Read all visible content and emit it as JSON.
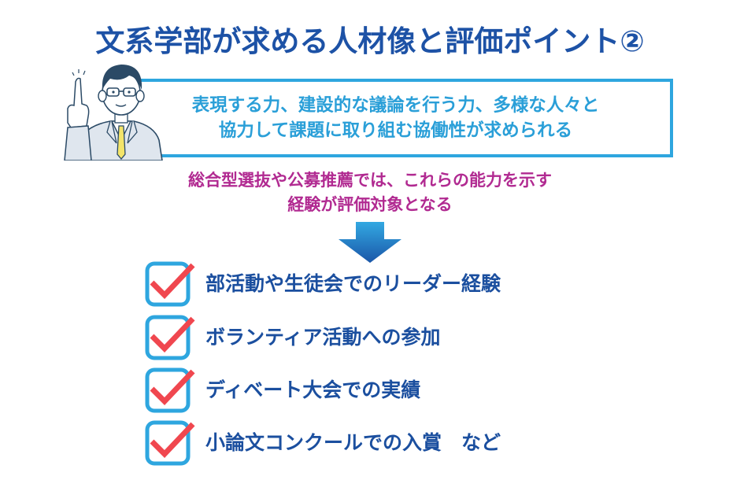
{
  "title": "文系学部が求める人材像と評価ポイント②",
  "callout": {
    "line1": "表現する力、建設的な議論を行う力、多様な人々と",
    "line2": "協力して課題に取り組む協働性が求められる"
  },
  "note": {
    "line1": "総合型選抜や公募推薦では、これらの能力を示す",
    "line2": "経験が評価対象となる"
  },
  "items": [
    {
      "label": "部活動や生徒会でのリーダー経験"
    },
    {
      "label": "ボランティア活動への参加"
    },
    {
      "label": "ディベート大会での実績"
    },
    {
      "label": "小論文コンクールでの入賞　など"
    }
  ],
  "colors": {
    "title": "#1d52a6",
    "callout_border": "#2ea6df",
    "callout_text": "#2a9fd8",
    "note_text": "#b12a91",
    "item_text": "#1b4f9f",
    "check_box": "#2ea6df",
    "check_mark": "#f0474f"
  }
}
